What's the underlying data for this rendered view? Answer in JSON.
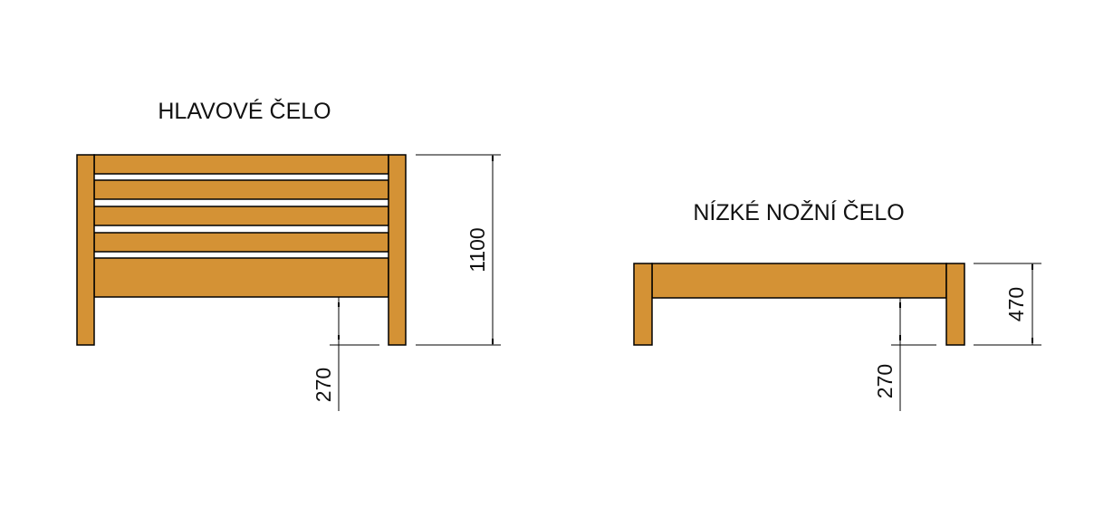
{
  "headboard": {
    "title": "HLAVOVÉ ČELO",
    "height_label": "1100",
    "clearance_label": "270",
    "slat_count": 4
  },
  "footboard": {
    "title": "NÍZKÉ NOŽNÍ ČELO",
    "height_label": "470",
    "clearance_label": "270"
  },
  "colors": {
    "wood": "#d49235",
    "outline": "#000000",
    "background": "#ffffff"
  }
}
